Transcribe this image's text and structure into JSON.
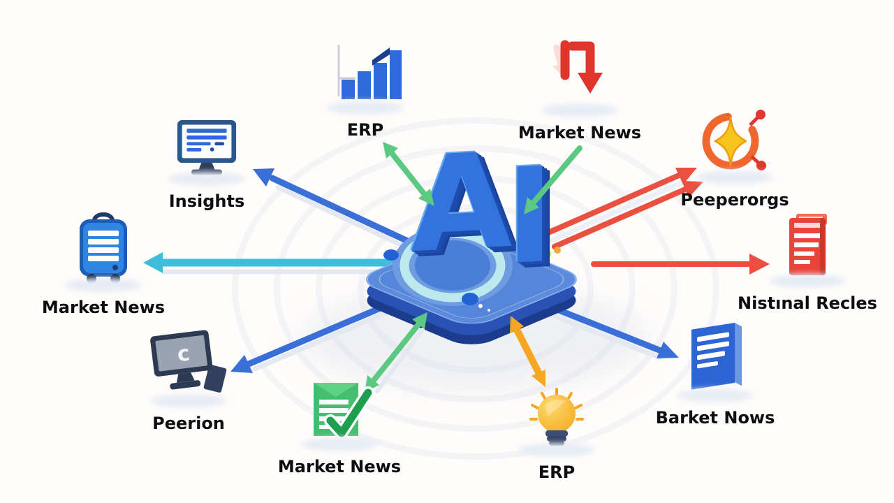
{
  "center": {
    "label": "AI"
  },
  "nodes": [
    {
      "id": "insights",
      "label": "Insights",
      "icon": "monitor-insights-icon"
    },
    {
      "id": "erp-top",
      "label": "ERP",
      "icon": "bar-chart-icon"
    },
    {
      "id": "market-news-top",
      "label": "Market News",
      "icon": "red-turn-down-arrow-icon"
    },
    {
      "id": "peeperorgs",
      "label": "Peeperorgs",
      "icon": "sparkle-ring-icon"
    },
    {
      "id": "nistinal-recles",
      "label": "Nistınal Recles",
      "icon": "red-document-icon"
    },
    {
      "id": "barket-nows",
      "label": "Barket Nows",
      "icon": "blue-document-icon"
    },
    {
      "id": "erp-bottom",
      "label": "ERP",
      "icon": "lightbulb-icon"
    },
    {
      "id": "market-news-bottom",
      "label": "Market News",
      "icon": "green-document-check-icon"
    },
    {
      "id": "peerion",
      "label": "Peerion",
      "icon": "dark-monitor-icon"
    },
    {
      "id": "market-news-left",
      "label": "Market News",
      "icon": "briefcase-icon"
    }
  ],
  "colors": {
    "blue": "#2e6bd8",
    "green": "#5bc981",
    "red": "#e8473b",
    "orange": "#f5a623",
    "teal": "#3fbedc",
    "chip_top": "#5c8bdc",
    "label_text": "#0e0e0e",
    "background": "#fffdfb"
  }
}
